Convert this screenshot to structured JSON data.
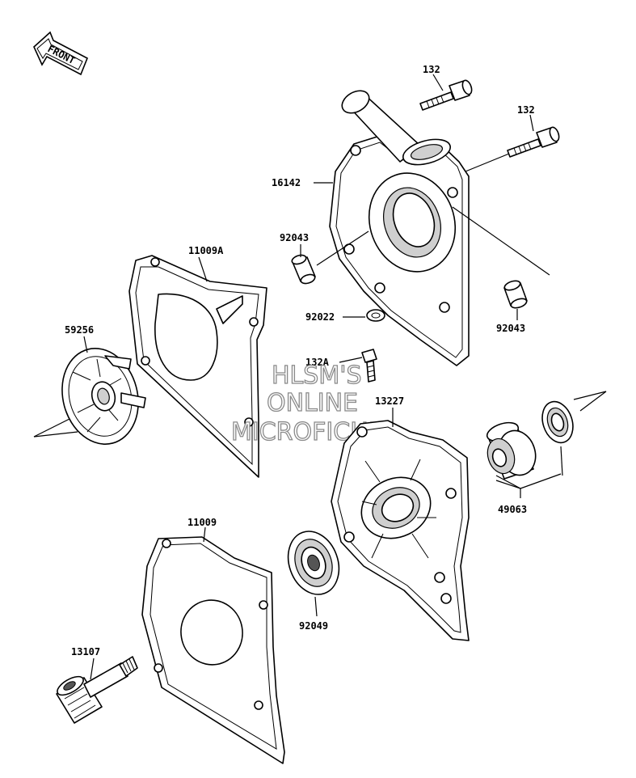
{
  "front_badge": {
    "text": "FRONT"
  },
  "parts": {
    "p132_top": "132",
    "p132_right": "132",
    "p16142": "16142",
    "p92043_left": "92043",
    "p92043_right": "92043",
    "p92022": "92022",
    "p132a": "132A",
    "p11009a": "11009A",
    "p59256": "59256",
    "p13227": "13227",
    "p49063": "49063",
    "p11009": "11009",
    "p92049": "92049",
    "p13107": "13107"
  },
  "watermark": {
    "line1": "HLSM'S",
    "line2": "ONLINE",
    "line3": "MICROFICHE"
  }
}
